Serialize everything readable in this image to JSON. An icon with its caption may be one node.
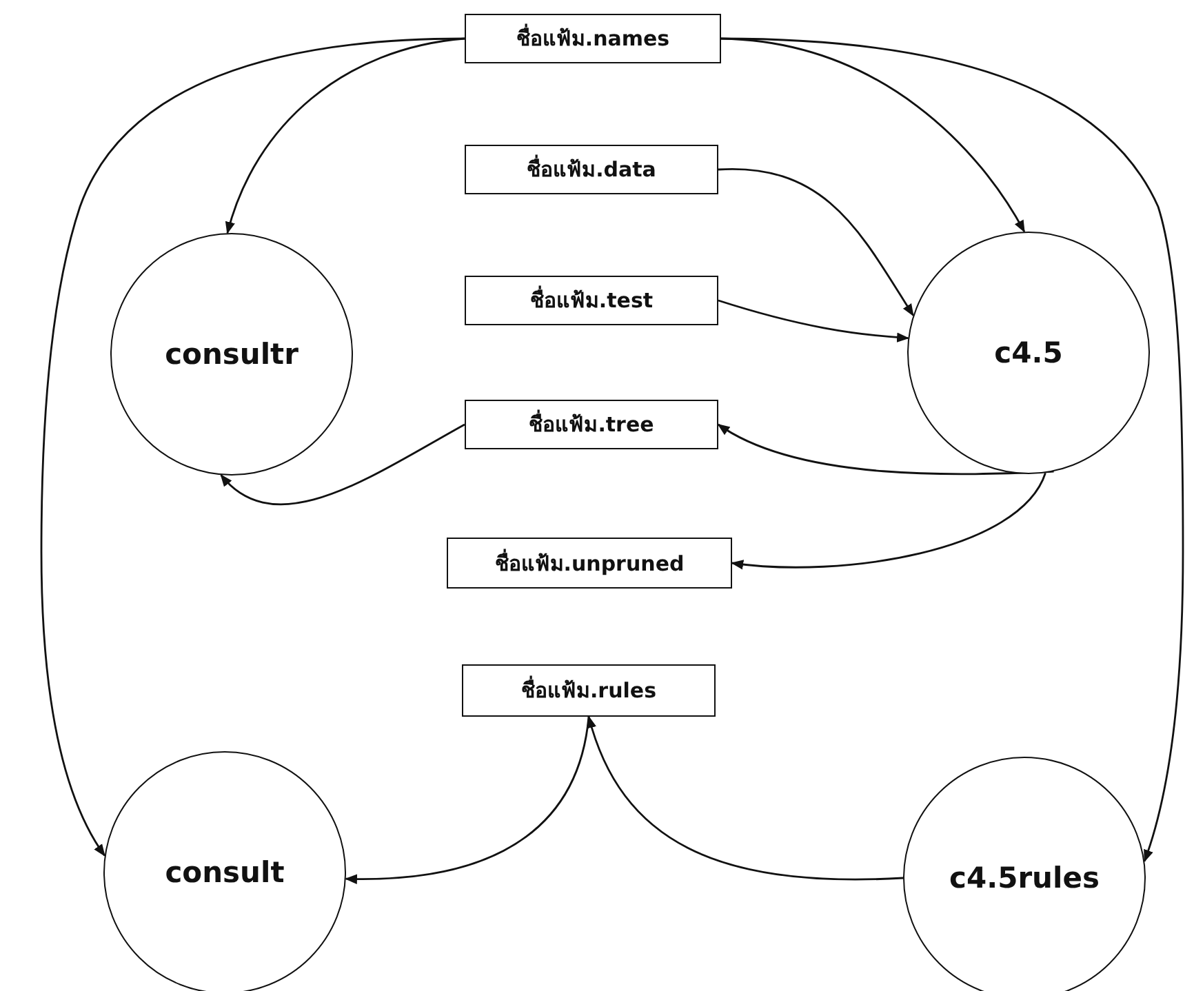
{
  "diagram": {
    "nodes": [
      {
        "text": [
          "ชื่อแฟ้ม.names"
        ]
      },
      {
        "text": [
          "ชื่อแฟ้ม.data"
        ]
      },
      {
        "text": [
          "ชื่อแฟ้ม.test"
        ]
      },
      {
        "text": [
          "ชื่อแฟ้ม.tree"
        ]
      },
      {
        "text": [
          "ชื่อแฟ้ม.unpruned"
        ]
      },
      {
        "text": [
          "ชื่อแฟ้ม.rules"
        ]
      },
      {
        "text": [
          "consultr"
        ]
      },
      {
        "text": [
          "c4.5"
        ]
      },
      {
        "text": [
          "consult"
        ]
      },
      {
        "text": [
          "c4.5rules"
        ]
      }
    ],
    "edges": [
      {
        "from": 0,
        "to": 6,
        "arrow": "to"
      },
      {
        "from": 0,
        "to": 8,
        "arrow": "to"
      },
      {
        "from": 0,
        "to": 7,
        "arrow": "to"
      },
      {
        "from": 0,
        "to": 9,
        "arrow": "to"
      },
      {
        "from": 1,
        "to": 7,
        "arrow": "to"
      },
      {
        "from": 2,
        "to": 7,
        "arrow": "to"
      },
      {
        "from": 7,
        "to": 3,
        "arrow": "to"
      },
      {
        "from": 3,
        "to": 6,
        "arrow": "to"
      },
      {
        "from": 7,
        "to": 4,
        "arrow": "to"
      },
      {
        "from": 9,
        "to": 5,
        "arrow": "to"
      },
      {
        "from": 5,
        "to": 8,
        "arrow": "to"
      }
    ]
  }
}
